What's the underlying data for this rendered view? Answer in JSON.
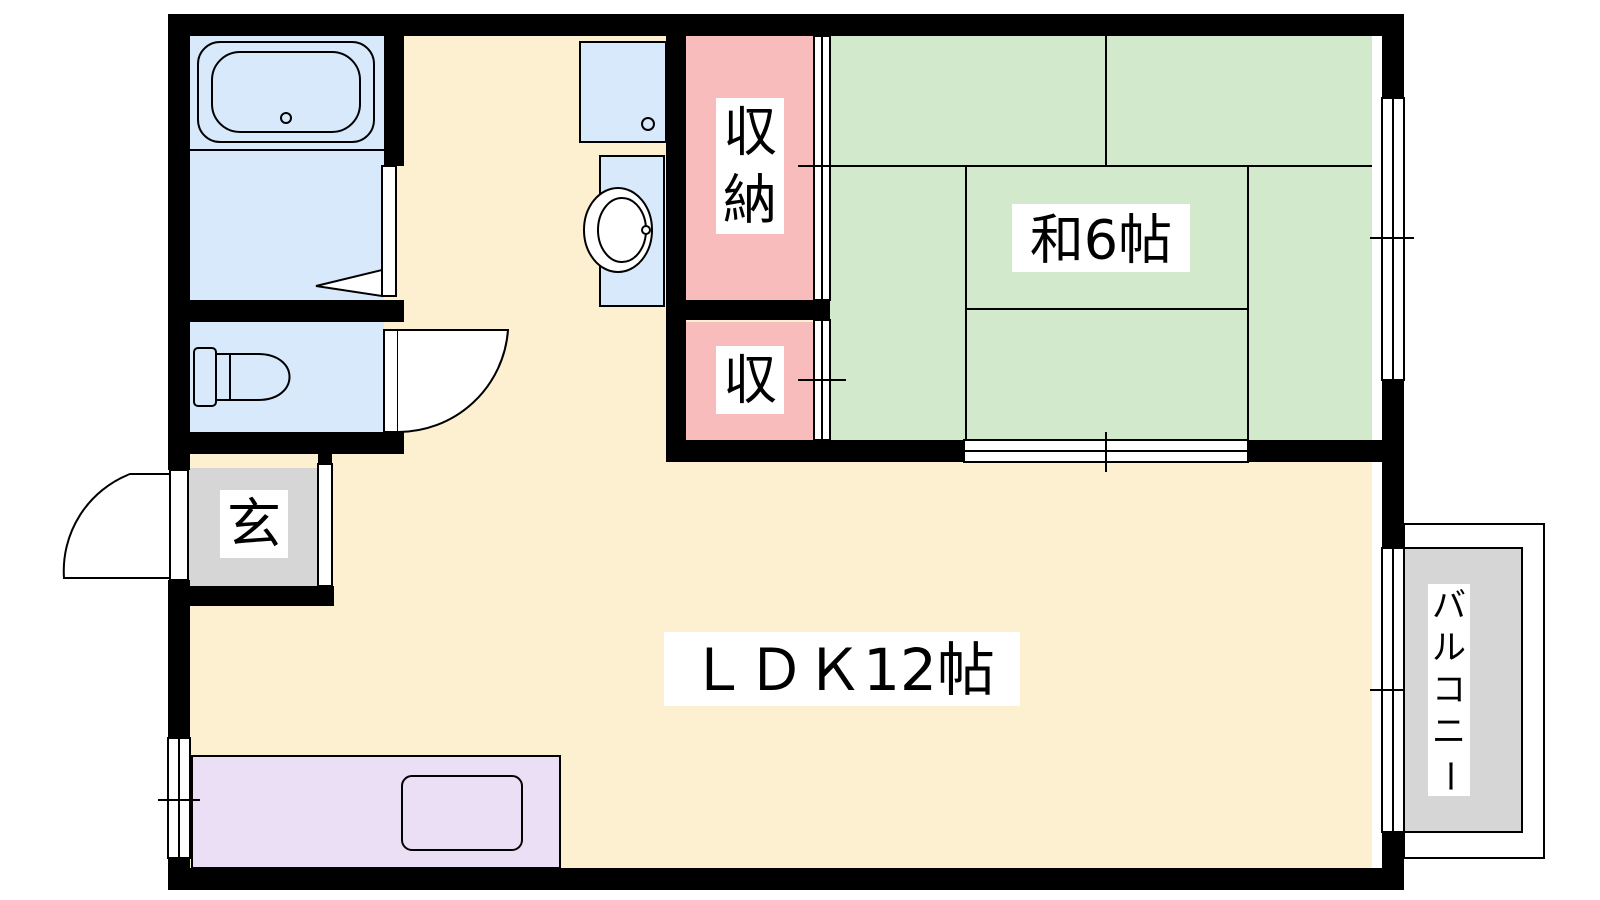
{
  "floor_plan": {
    "rooms": {
      "washitsu": "和6帖",
      "ldk": "ＬＤＫ12帖",
      "closet_top": [
        "収",
        "納"
      ],
      "closet_small": "収",
      "entrance": "玄",
      "balcony": [
        "バ",
        "ル",
        "コ",
        "ニ",
        "ー"
      ]
    },
    "colors": {
      "wall": "#000000",
      "ldk_floor": "#fdf0d0",
      "wet_area": "#d8e9fb",
      "storage": "#f9bcbd",
      "tatami": "#d3e9cc",
      "entrance": "#d6d6d6",
      "kitchen": "#eadff4",
      "balcony": "#d6d6d6"
    }
  }
}
